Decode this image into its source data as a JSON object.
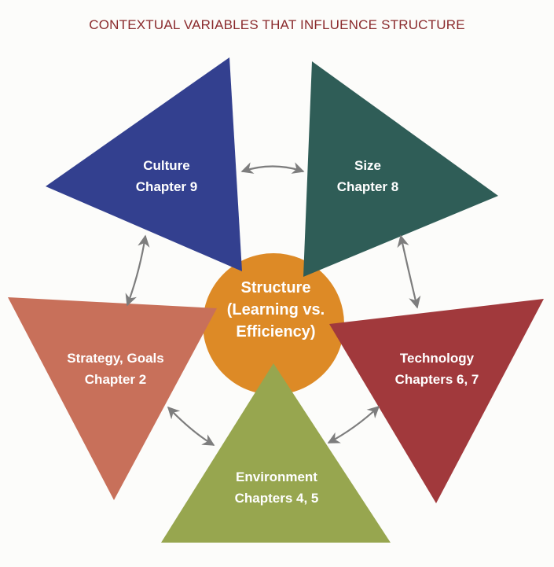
{
  "title": "CONTEXTUAL VARIABLES THAT INFLUENCE STRUCTURE",
  "colors": {
    "culture": "#33408f",
    "size": "#2f5d57",
    "strategy": "#c8705a",
    "technology": "#a1393c",
    "environment": "#97a64f",
    "structure": "#dd8a26",
    "title": "#8a2a2c",
    "arrow": "#7d7d7d"
  },
  "nodes": {
    "culture": {
      "line1": "Culture",
      "line2": "Chapter 9"
    },
    "size": {
      "line1": "Size",
      "line2": "Chapter 8"
    },
    "strategy": {
      "line1": "Strategy, Goals",
      "line2": "Chapter 2"
    },
    "technology": {
      "line1": "Technology",
      "line2": "Chapters 6, 7"
    },
    "environment": {
      "line1": "Environment",
      "line2": "Chapters 4, 5"
    },
    "structure": {
      "line1": "Structure",
      "line2": "(Learning vs.",
      "line3": "Efficiency)"
    }
  }
}
